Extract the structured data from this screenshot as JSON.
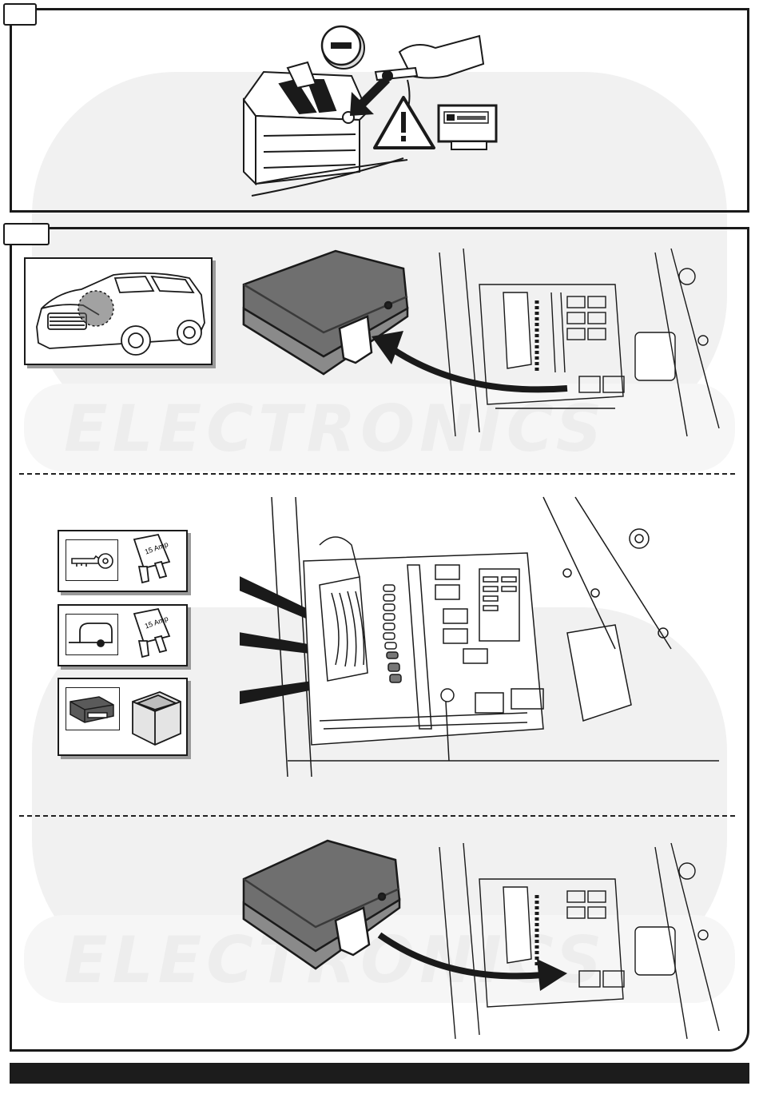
{
  "watermark": {
    "line": "ELECTRONICS"
  },
  "step_a": {
    "minus_symbol": "minus-icon",
    "warning_symbol": "warning-triangle-icon",
    "display_symbol": "radio-display-icon"
  },
  "fuse_rows": [
    {
      "left_icon": "ignition-key-icon",
      "right_icon": "blade-fuse-icon",
      "fuse_label": "15 Amp"
    },
    {
      "left_icon": "trailer-icon",
      "right_icon": "blade-fuse-icon",
      "fuse_label": "15 Amp"
    },
    {
      "left_icon": "control-module-icon",
      "right_icon": "relay-icon",
      "fuse_label": ""
    }
  ],
  "colors": {
    "line": "#1a1a1a",
    "shadow": "#9a9a9a",
    "cover_fill": "#6f6f6f",
    "watermark": "#ededed"
  }
}
